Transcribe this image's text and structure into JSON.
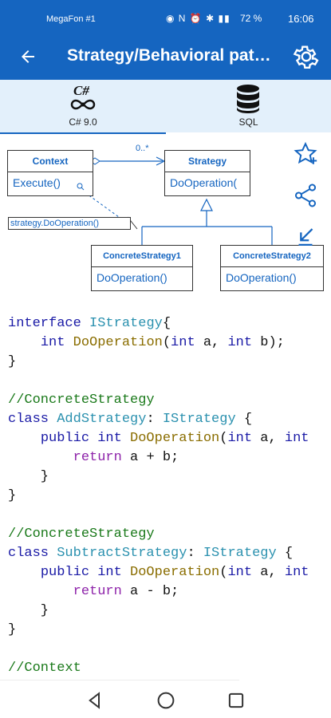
{
  "status_bar": {
    "carrier": "MegaFon #1",
    "sys_icons": "◉ N ⏰ ✱ ▮▮",
    "battery": "72 %",
    "time": "16:06"
  },
  "app_bar": {
    "title": "Strategy/Behavioral pat…",
    "back_icon": "arrow-left-icon",
    "settings_icon": "gear-icon"
  },
  "tabs": [
    {
      "label": "C# 9.0",
      "icon": "csharp-infinity-icon",
      "icon_text": "C#",
      "active": true
    },
    {
      "label": "SQL",
      "icon": "database-icon",
      "active": false
    }
  ],
  "diagram": {
    "context": {
      "name": "Context",
      "operation": "Execute()"
    },
    "strategy": {
      "name": "Strategy",
      "operation": "DoOperation("
    },
    "multiplicity": "0..*",
    "note": "strategy.DoOperation()",
    "concrete1": {
      "name": "ConcreteStrategy1",
      "operation": "DoOperation()"
    },
    "concrete2": {
      "name": "ConcreteStrategy2",
      "operation": "DoOperation()"
    }
  },
  "side_actions": [
    "star-add-icon",
    "share-icon",
    "collapse-icon"
  ],
  "code_tokens": [
    [
      [
        "kw",
        "interface "
      ],
      [
        "type",
        "IStrategy"
      ],
      [
        "",
        "{"
      ]
    ],
    [
      [
        "",
        "    "
      ],
      [
        "kw",
        "int "
      ],
      [
        "fn",
        "DoOperation"
      ],
      [
        "",
        "("
      ],
      [
        "kw",
        "int "
      ],
      [
        "",
        "a, "
      ],
      [
        "kw",
        "int "
      ],
      [
        "",
        "b);"
      ]
    ],
    [
      [
        "",
        "}"
      ]
    ],
    [
      [
        "",
        ""
      ]
    ],
    [
      [
        "comment",
        "//ConcreteStrategy"
      ]
    ],
    [
      [
        "kw",
        "class "
      ],
      [
        "type",
        "AddStrategy"
      ],
      [
        "",
        ": "
      ],
      [
        "type",
        "IStrategy"
      ],
      [
        "",
        " {"
      ]
    ],
    [
      [
        "",
        "    "
      ],
      [
        "kw",
        "public int "
      ],
      [
        "fn",
        "DoOperation"
      ],
      [
        "",
        "("
      ],
      [
        "kw",
        "int "
      ],
      [
        "",
        "a, "
      ],
      [
        "kw",
        "int"
      ]
    ],
    [
      [
        "",
        "        "
      ],
      [
        "ret",
        "return "
      ],
      [
        "",
        "a + b;"
      ]
    ],
    [
      [
        "",
        "    }"
      ]
    ],
    [
      [
        "",
        "}"
      ]
    ],
    [
      [
        "",
        ""
      ]
    ],
    [
      [
        "comment",
        "//ConcreteStrategy"
      ]
    ],
    [
      [
        "kw",
        "class "
      ],
      [
        "type",
        "SubtractStrategy"
      ],
      [
        "",
        ": "
      ],
      [
        "type",
        "IStrategy"
      ],
      [
        "",
        " {"
      ]
    ],
    [
      [
        "",
        "    "
      ],
      [
        "kw",
        "public int "
      ],
      [
        "fn",
        "DoOperation"
      ],
      [
        "",
        "("
      ],
      [
        "kw",
        "int "
      ],
      [
        "",
        "a, "
      ],
      [
        "kw",
        "int"
      ]
    ],
    [
      [
        "",
        "        "
      ],
      [
        "ret",
        "return "
      ],
      [
        "",
        "a - b;"
      ]
    ],
    [
      [
        "",
        "    }"
      ]
    ],
    [
      [
        "",
        "}"
      ]
    ],
    [
      [
        "",
        ""
      ]
    ],
    [
      [
        "comment",
        "//Context"
      ]
    ]
  ],
  "nav_bar": [
    "back-triangle-icon",
    "home-circle-icon",
    "recents-square-icon"
  ],
  "colors": {
    "accent": "#1565c0",
    "tab_bg": "#e3f0fb"
  }
}
